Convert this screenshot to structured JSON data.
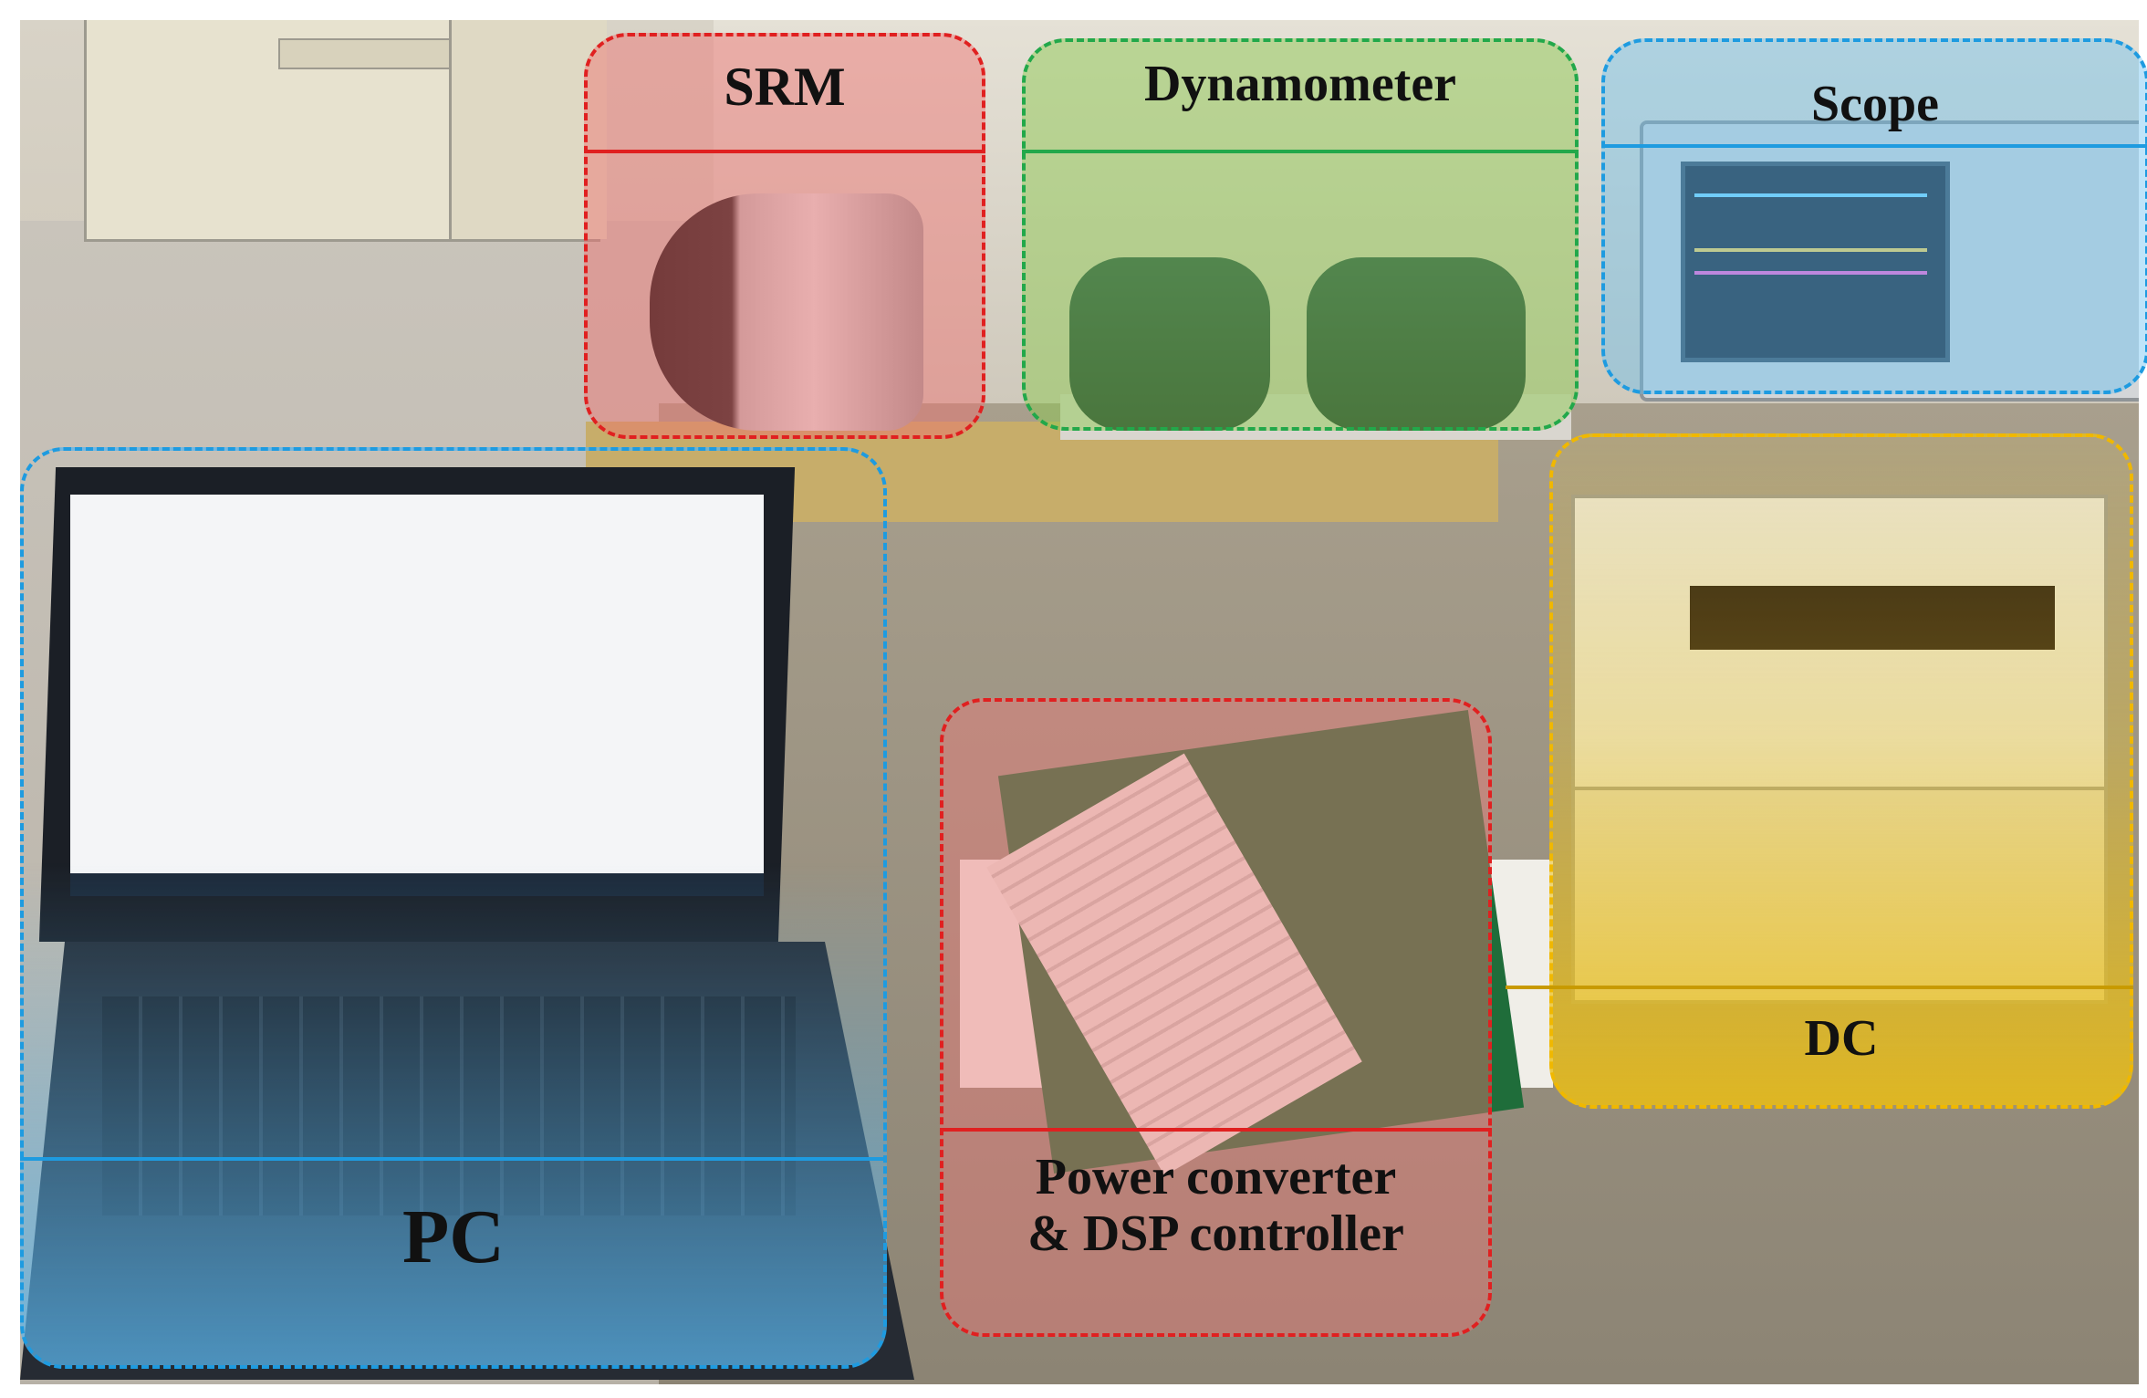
{
  "photo": {
    "description_icon": "lab-setup-photo-icon"
  },
  "regions": {
    "srm": {
      "label": "SRM",
      "color": "#e02020"
    },
    "dynamometer": {
      "label": "Dynamometer",
      "color": "#22a84a"
    },
    "scope": {
      "label": "Scope",
      "color": "#1e9be0"
    },
    "pc": {
      "label": "PC",
      "color": "#1e9be0"
    },
    "converter": {
      "label_line1": "Power converter",
      "label_line2": "& DSP controller",
      "color": "#e02020"
    },
    "dc": {
      "label": "DC",
      "color": "#f0b800"
    }
  }
}
